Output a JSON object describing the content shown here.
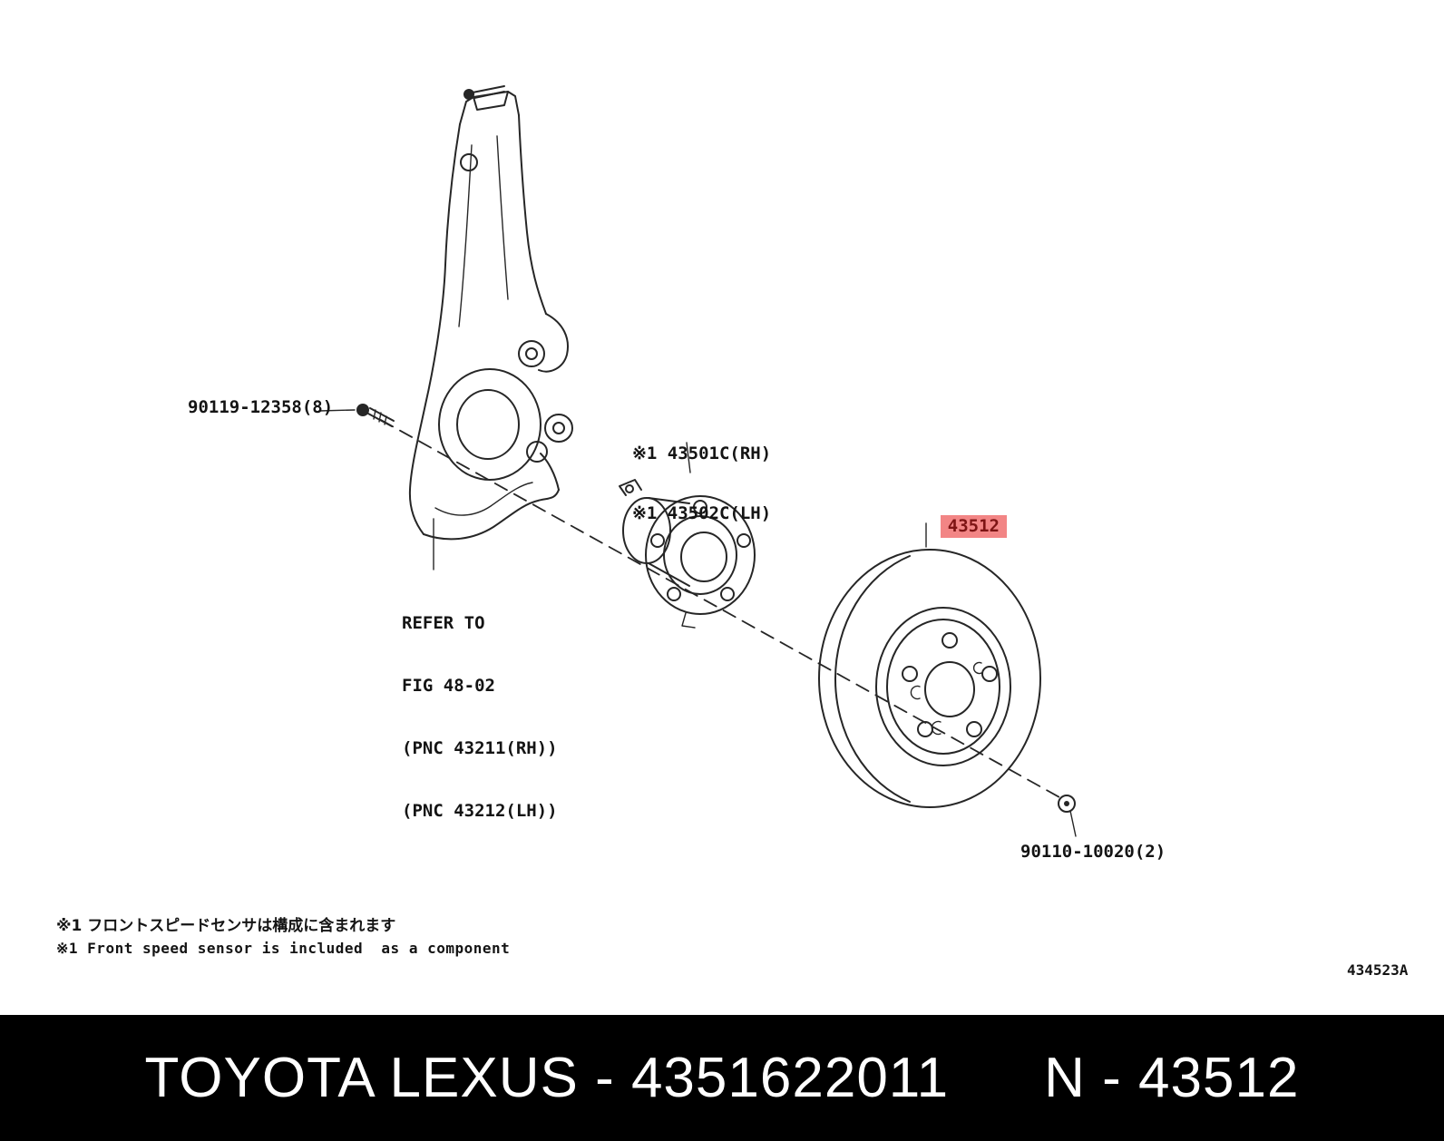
{
  "diagram": {
    "labels": {
      "bolt_left": "90119-12358(8)",
      "hub_rh": "※1 43501C(RH)",
      "hub_lh": "※1 43502C(LH)",
      "refer_line1": "REFER TO",
      "refer_line2": "FIG 48-02",
      "refer_line3": "(PNC 43211(RH))",
      "refer_line4": "(PNC 43212(LH))",
      "disc_part": "43512",
      "bolt_right": "90110-10020(2)"
    },
    "notes": {
      "jp": "※1 フロントスピードセンサは構成に含まれます",
      "en": "※1 Front speed sensor is included  as a component"
    },
    "figure_code": "434523A",
    "highlight_color": "#f28585",
    "line_color": "#262626"
  },
  "banner": {
    "left": "TOYOTA LEXUS - 4351622011",
    "right": "N - 43512",
    "background": "#000000",
    "text_color": "#ffffff"
  }
}
